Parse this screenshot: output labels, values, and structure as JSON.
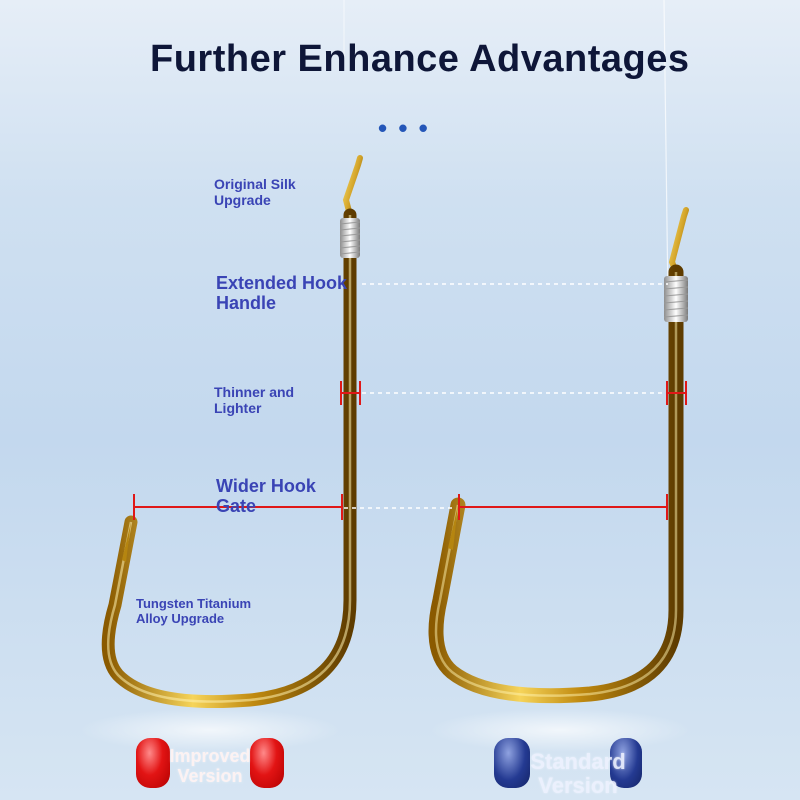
{
  "title": "Further Enhance Advantages",
  "ellipsis": "• • •",
  "labels": {
    "original_silk": "Original Silk\n Upgrade",
    "extended_hook": "Extended Hook\n Handle",
    "thinner": "Thinner and\n Lighter",
    "wider_gate": "Wider Hook\n Gate",
    "tungsten": "Tungsten Titanium\n Alloy Upgrade"
  },
  "versions": {
    "improved": "Improved\nVersion",
    "standard": "Standard\nVersion"
  },
  "colors": {
    "title": "#0e1638",
    "label": "#3a44b5",
    "marker": "#e01818",
    "hook_gold": "#d4a52a",
    "badge_improved": "#e21414",
    "badge_standard": "#243a92"
  },
  "icons": {
    "improved_hook": "gold-fish-hook-icon",
    "standard_hook": "gold-fish-hook-icon"
  }
}
